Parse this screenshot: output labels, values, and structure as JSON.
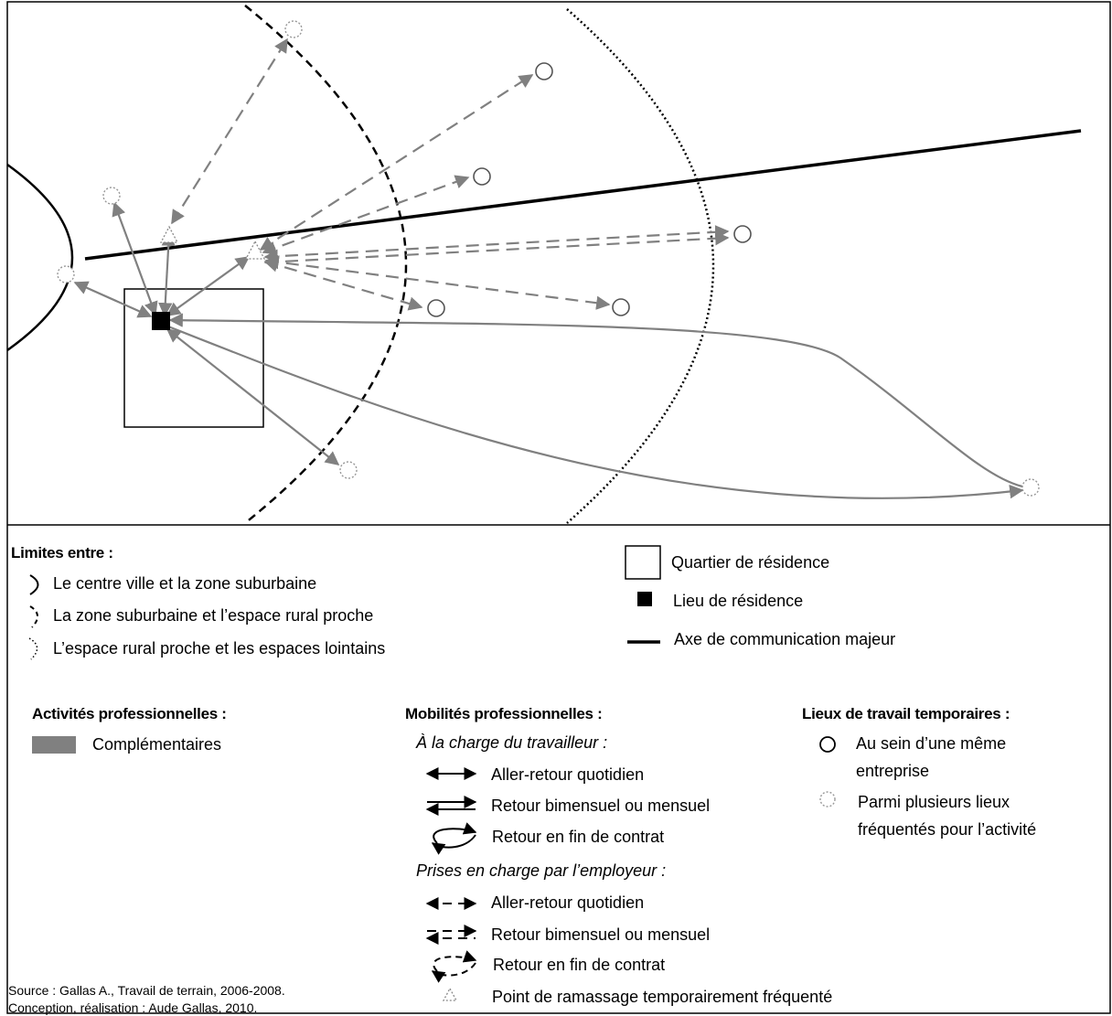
{
  "legend": {
    "limits": {
      "title": "Limites entre :",
      "items": [
        "Le centre ville et la zone suburbaine",
        "La zone suburbaine et l’espace rural proche",
        "L’espace rural proche et les espaces lointains"
      ]
    },
    "base": {
      "items": [
        "Quartier de résidence",
        "Lieu de résidence",
        "Axe de communication majeur"
      ]
    },
    "activities": {
      "title": "Activités professionnelles :",
      "items": [
        "Complémentaires"
      ]
    },
    "mobility": {
      "title": "Mobilités professionnelles :",
      "worker_title": "À la charge du travailleur :",
      "worker_items": [
        "Aller-retour quotidien",
        "Retour bimensuel ou mensuel",
        "Retour en fin de contrat"
      ],
      "employer_title": "Prises en charge par l’employeur :",
      "employer_items": [
        "Aller-retour quotidien",
        "Retour bimensuel ou mensuel",
        "Retour en fin de contrat"
      ],
      "pickup": "Point de ramassage temporairement fréquenté"
    },
    "workplaces": {
      "title": "Lieux de travail temporaires :",
      "same_company_line1": "Au sein d’une même",
      "same_company_line2": "entreprise",
      "several_line1": "Parmi plusieurs lieux",
      "several_line2": "fréquentés pour l’activité"
    }
  },
  "credits": {
    "source": "Source : Gallas A., Travail de terrain, 2006-2008.",
    "conception": "Conception, réalisation : Aude Gallas, 2010."
  },
  "colors": {
    "flow": "#808080",
    "black": "#000000",
    "dotted_circle": "#999999"
  }
}
